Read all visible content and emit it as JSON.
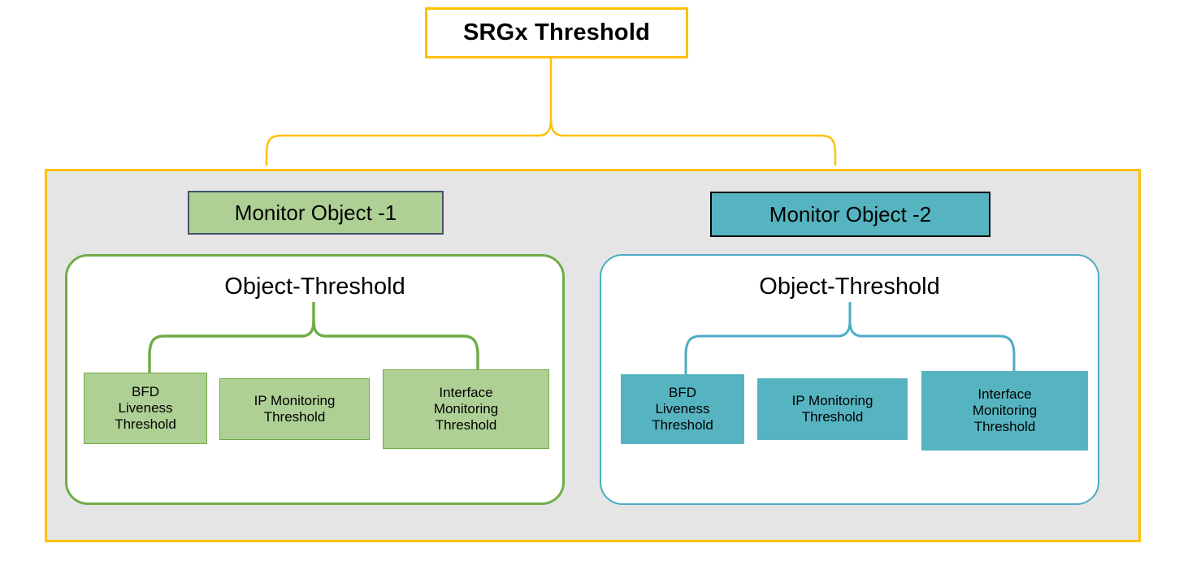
{
  "diagram": {
    "title": "SRGx Threshold",
    "colors": {
      "accent_yellow": "#FFC000",
      "green_fill": "#AFD095",
      "green_stroke": "#70AD47",
      "teal_fill": "#56B4C1",
      "teal_stroke": "#4BACC6",
      "panel_gray": "#E5E5E5",
      "chip_border_navy": "#44546A",
      "black": "#000000"
    },
    "root": {
      "label": "SRGx Threshold"
    },
    "groups": [
      {
        "chip_label": "Monitor Object -1",
        "threshold_label": "Object-Threshold",
        "theme": "green",
        "leaves": [
          {
            "name": "bfd-liveness-threshold",
            "lines": [
              "BFD",
              "Liveness",
              "Threshold"
            ]
          },
          {
            "name": "ip-monitoring-threshold",
            "lines": [
              "IP Monitoring",
              "Threshold"
            ]
          },
          {
            "name": "interface-monitoring-threshold",
            "lines": [
              "Interface",
              "Monitoring",
              "Threshold"
            ]
          }
        ]
      },
      {
        "chip_label": "Monitor Object -2",
        "threshold_label": "Object-Threshold",
        "theme": "teal",
        "leaves": [
          {
            "name": "bfd-liveness-threshold",
            "lines": [
              "BFD",
              "Liveness",
              "Threshold"
            ]
          },
          {
            "name": "ip-monitoring-threshold",
            "lines": [
              "IP Monitoring",
              "Threshold"
            ]
          },
          {
            "name": "interface-monitoring-threshold",
            "lines": [
              "Interface",
              "Monitoring",
              "Threshold"
            ]
          }
        ]
      }
    ]
  }
}
